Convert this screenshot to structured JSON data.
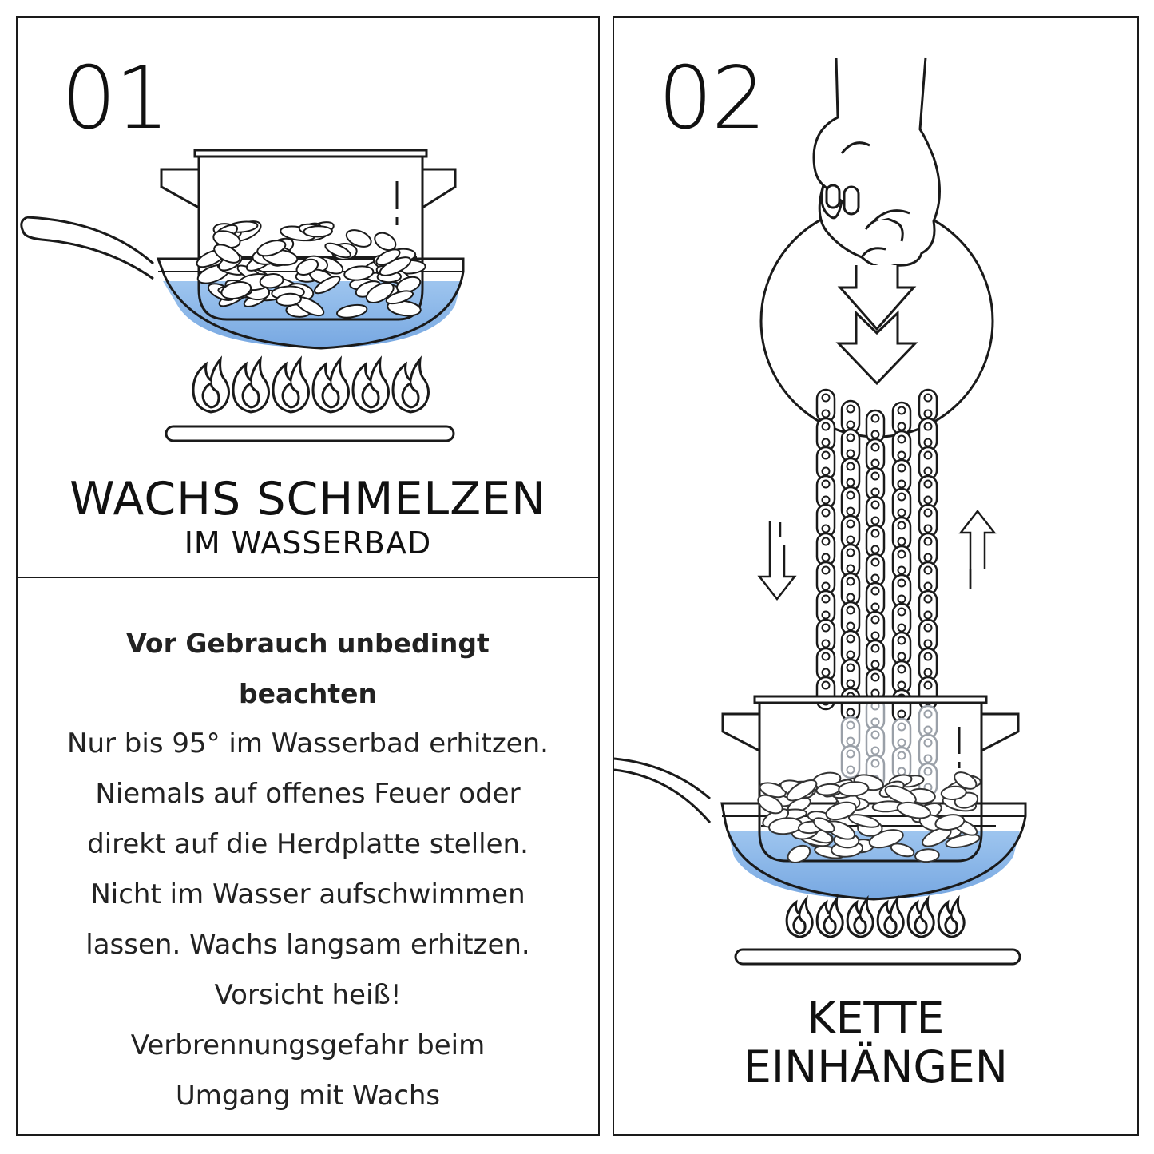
{
  "step1": {
    "number": "01",
    "title": "WACHS SCHMELZEN",
    "subtitle": "IM WASSERBAD"
  },
  "notes": {
    "heading": "Vor Gebrauch unbedingt beachten",
    "lines": [
      "Nur bis 95° im Wasserbad erhitzen.",
      "Niemals auf offenes Feuer oder",
      "direkt auf die Herdplatte stellen.",
      "Nicht im Wasser aufschwimmen",
      "lassen. Wachs langsam erhitzen.",
      "Vorsicht heiß!",
      "Verbrennungsgefahr beim",
      "Umgang mit Wachs"
    ]
  },
  "step2": {
    "number": "02",
    "title_line1": "KETTE",
    "title_line2": "EINHÄNGEN"
  },
  "colors": {
    "ink": "#1a1a1a",
    "water": "#7fb0e6",
    "water_light": "#cfe2f7"
  },
  "icons": [
    "pot-icon",
    "pan-icon",
    "flame-icon",
    "burner-icon",
    "hand-icon",
    "arrow-down-icon",
    "arrow-up-icon",
    "chain-icon"
  ]
}
